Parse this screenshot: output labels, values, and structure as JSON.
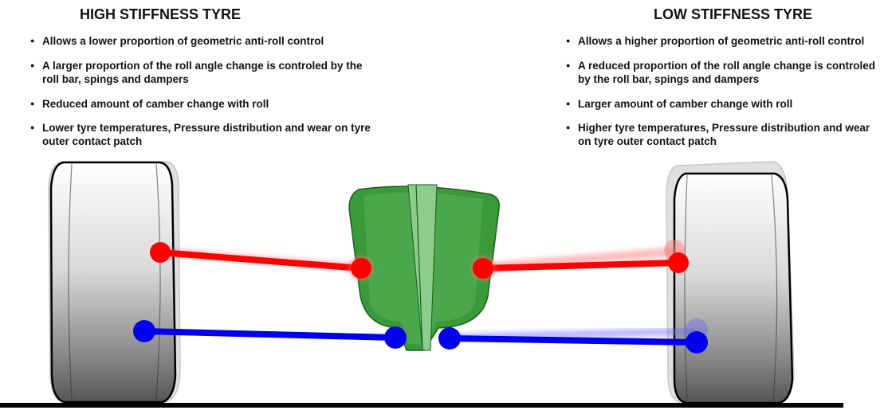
{
  "left_panel": {
    "title": "HIGH STIFFNESS TYRE",
    "bullets": [
      "Allows a lower proportion of geometric anti-roll control",
      "A larger proportion of the roll angle change is controled by the roll bar, spings and dampers",
      "Reduced amount of camber change with roll",
      "Lower tyre temperatures, Pressure distribution and wear on tyre outer contact patch"
    ]
  },
  "right_panel": {
    "title": "LOW STIFFNESS TYRE",
    "bullets": [
      "Allows a higher proportion of geometric anti-roll control",
      "A reduced proportion of the roll angle change is controled by the roll bar, spings and dampers",
      "Larger amount of camber change with roll",
      "Higher tyre temperatures, Pressure distribution and wear on tyre outer contact patch"
    ]
  },
  "colors": {
    "upper_wishbone": "#ff0000",
    "lower_wishbone": "#0000ee",
    "chassis": "#3a9a3a",
    "ground": "#000000"
  }
}
